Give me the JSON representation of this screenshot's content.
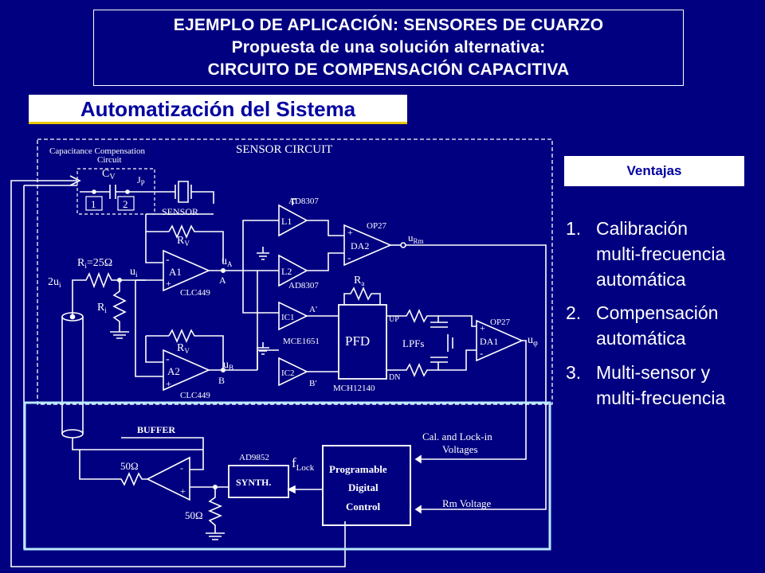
{
  "header": {
    "line1": "EJEMPLO DE APLICACIÓN: SENSORES DE CUARZO",
    "line2": "Propuesta de una solución alternativa:",
    "line3": "CIRCUITO DE COMPENSACIÓN CAPACITIVA"
  },
  "subtitle": "Automatización del Sistema",
  "advantages": {
    "heading": "Ventajas",
    "items": [
      {
        "num": "1.",
        "lines": [
          "Calibración",
          "multi-frecuencia",
          "automática"
        ]
      },
      {
        "num": "2.",
        "lines": [
          "Compensación",
          "automática"
        ]
      },
      {
        "num": "3.",
        "lines": [
          "Multi-sensor y",
          "multi-frecuencia"
        ]
      }
    ]
  },
  "diagram": {
    "sensor_circuit": "SENSOR CIRCUIT",
    "cap_comp_line1": "Capacitance Compensation",
    "cap_comp_line2": "Circuit",
    "cv": "C",
    "cv_sub": "V",
    "jp": "J",
    "jp_sub": "P",
    "pos1": "1",
    "pos2": "2",
    "sensor": "SENSOR",
    "rv_top": "R",
    "rv_bottom": "R",
    "rv_sub": "V",
    "ri_eq": "R",
    "ri_sub": "i",
    "ri_value": "=25Ω",
    "ri_low": "R",
    "two_ui": "2u",
    "ui": "u",
    "ui_sub": "i",
    "ua": "u",
    "ua_sub": "A",
    "a_label": "A",
    "ub": "u",
    "ub_sub": "B",
    "b_label": "B",
    "a1": "A1",
    "a2": "A2",
    "clc_top": "CLC449",
    "clc_bottom": "CLC449",
    "ad8307_top": "AD8307",
    "ad8307_bottom": "AD8307",
    "l1": "L1",
    "l2": "L2",
    "op27_top": "OP27",
    "da2": "DA2",
    "urm": "u",
    "urm_sub": "Rm",
    "ic1": "IC1",
    "ic2": "IC2",
    "a_prime": "A'",
    "b_prime": "B'",
    "mce": "MCE1651",
    "pfd": "PFD",
    "mch": "MCH12140",
    "ra": "R",
    "ra_sub": "a",
    "up": "UP",
    "dn": "DN",
    "lpfs": "LPFs",
    "op27_bottom": "OP27",
    "da1": "DA1",
    "uphi": "u",
    "uphi_sub": "φ",
    "buffer": "BUFFER",
    "r50_top": "50Ω",
    "r50_bottom": "50Ω",
    "ad9852": "AD9852",
    "synth": "SYNTH.",
    "flock": "f",
    "flock_sub": "Lock",
    "pdc_line1": "Programable",
    "pdc_line2": "Digital",
    "pdc_line3": "Control",
    "cal_line1": "Cal. and Lock-in",
    "cal_line2": "Voltages",
    "rm_voltage": "Rm Voltage"
  }
}
